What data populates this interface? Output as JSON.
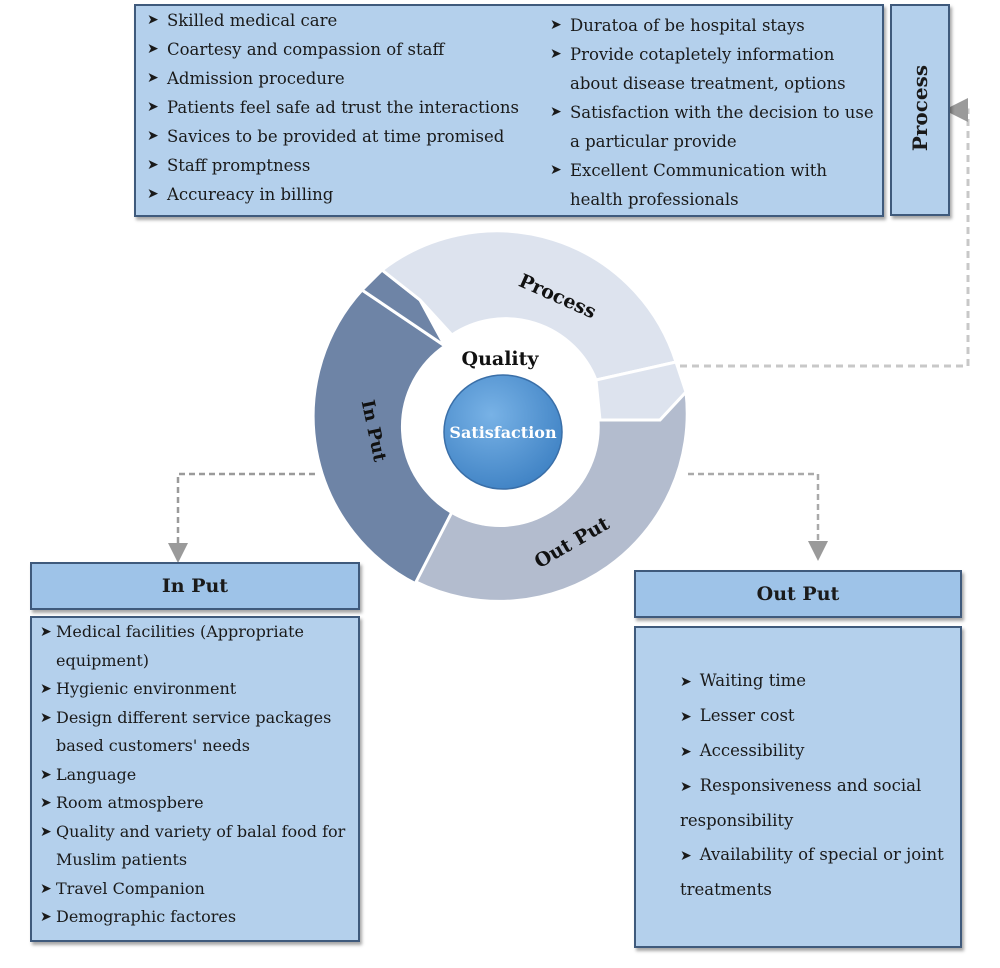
{
  "process_box": {
    "left_items": [
      "Skilled medical care",
      "Coartesy and compassion of staff",
      "Admission procedure",
      "Patients feel safe ad trust the interactions",
      "Savices to be provided at time promised",
      "Staff promptness",
      "Accureacy in billing"
    ],
    "right_items": [
      "Duratoa of be hospital stays",
      "Provide cotapletely information about disease treatment, options",
      "Satisfaction with the decision to use a particular provide",
      "Excellent Communication with health professionals"
    ],
    "side_label": "Process"
  },
  "cycle": {
    "process_label": "Process",
    "input_label": "In Put",
    "output_label": "Out Put",
    "quality_label": "Quality",
    "center_label": "Satisfaction"
  },
  "input_box": {
    "title": "In Put",
    "items": [
      "Medical facilities (Appropriate equipment)",
      "Hygienic environment",
      "Design different service packages based customers' needs",
      "Language",
      "Room atmospbere",
      "Quality and variety of balal food for Muslim patients",
      "Travel Companion",
      "Demographic factores"
    ]
  },
  "output_box": {
    "title": "Out Put",
    "items": [
      "Waiting time",
      "Lesser cost",
      "Accessibility",
      "Responsiveness and social responsibility",
      "Availability of special or joint treatments"
    ]
  },
  "colors": {
    "box_fill": "#b4d0ec",
    "box_border": "#3f5a7c",
    "input_arc": "#6e84a6",
    "process_arc": "#dde3ee",
    "output_arc": "#b3bcce",
    "center_circle": "#5b9bd5"
  },
  "bullet_icon": "arrowhead-icon"
}
